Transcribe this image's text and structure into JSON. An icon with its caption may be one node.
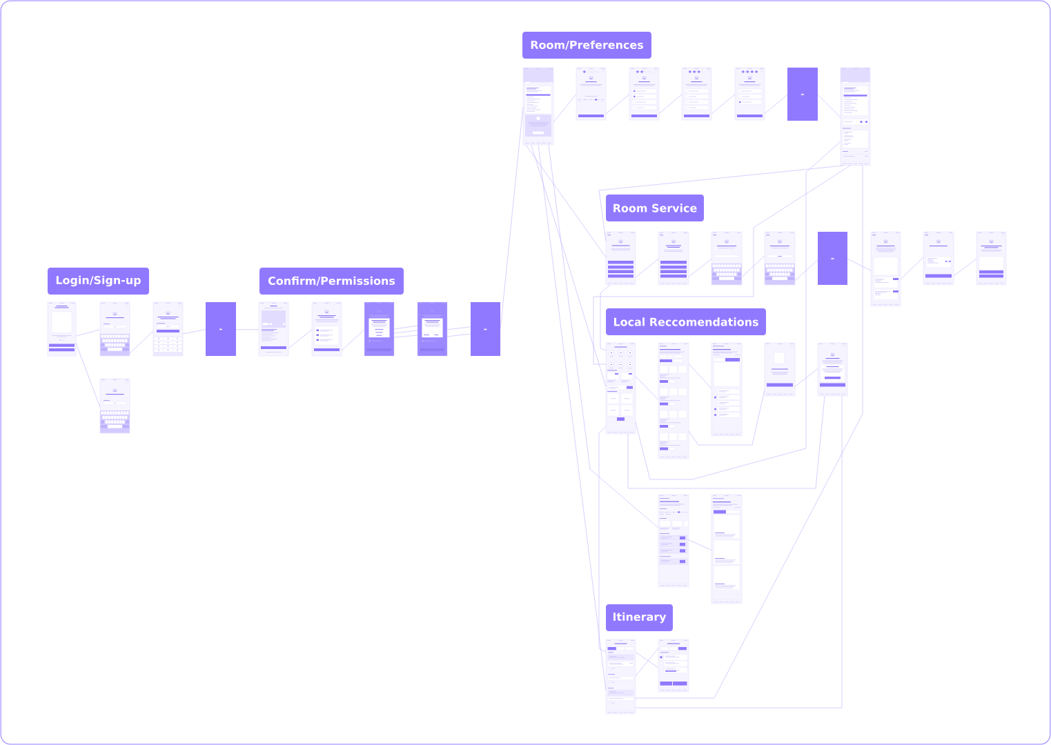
{
  "diagram": {
    "nodes": [
      {
        "text": [
          "Login/Sign-up"
        ]
      },
      {
        "text": [],
        "shape": "picture"
      },
      {
        "text": [],
        "shape": "picture"
      },
      {
        "text": [],
        "shape": "picture"
      },
      {
        "text": [],
        "shape": "box"
      },
      {
        "text": [],
        "shape": "picture"
      },
      {
        "text": [
          "Confirm/Permissions"
        ]
      },
      {
        "text": [],
        "shape": "picture"
      },
      {
        "text": [],
        "shape": "picture"
      },
      {
        "text": [],
        "shape": "picture"
      },
      {
        "text": [],
        "shape": "picture"
      },
      {
        "text": [],
        "shape": "box"
      },
      {
        "text": [
          "Room/Preferences"
        ]
      },
      {
        "text": [],
        "shape": "picture"
      },
      {
        "text": [],
        "shape": "picture"
      },
      {
        "text": [],
        "shape": "picture"
      },
      {
        "text": [],
        "shape": "picture"
      },
      {
        "text": [],
        "shape": "picture"
      },
      {
        "text": [],
        "shape": "box"
      },
      {
        "text": [],
        "shape": "picture"
      },
      {
        "text": [
          "Room Service"
        ]
      },
      {
        "text": [],
        "shape": "picture"
      },
      {
        "text": [],
        "shape": "picture"
      },
      {
        "text": [],
        "shape": "picture"
      },
      {
        "text": [],
        "shape": "picture"
      },
      {
        "text": [],
        "shape": "box"
      },
      {
        "text": [],
        "shape": "picture"
      },
      {
        "text": [],
        "shape": "picture"
      },
      {
        "text": [],
        "shape": "picture"
      },
      {
        "text": [
          "Local Reccomendations"
        ]
      },
      {
        "text": [],
        "shape": "picture"
      },
      {
        "text": [],
        "shape": "picture"
      },
      {
        "text": [],
        "shape": "picture"
      },
      {
        "text": [],
        "shape": "picture"
      },
      {
        "text": [],
        "shape": "picture"
      },
      {
        "text": [],
        "shape": "picture"
      },
      {
        "text": [],
        "shape": "picture"
      },
      {
        "text": [
          "Itinerary"
        ]
      },
      {
        "text": [],
        "shape": "picture"
      },
      {
        "text": [],
        "shape": "picture"
      }
    ],
    "edges": [
      {
        "from": 1,
        "to": 2,
        "arrow": "none"
      },
      {
        "from": 1,
        "to": 5,
        "arrow": "none"
      },
      {
        "from": 2,
        "to": 3,
        "arrow": "none"
      },
      {
        "from": 3,
        "to": 4,
        "arrow": "none"
      },
      {
        "from": 4,
        "to": 7,
        "arrow": "none"
      },
      {
        "from": 7,
        "to": 8,
        "arrow": "none"
      },
      {
        "from": 8,
        "to": 9,
        "arrow": "none"
      },
      {
        "from": 9,
        "to": 10,
        "arrow": "none"
      },
      {
        "from": 9,
        "to": 10,
        "arrow": "none"
      },
      {
        "from": 9,
        "to": 10,
        "arrow": "none"
      },
      {
        "from": 10,
        "to": 11,
        "arrow": "none"
      },
      {
        "from": 10,
        "to": 11,
        "arrow": "none"
      },
      {
        "from": 11,
        "to": 13,
        "arrow": "none"
      },
      {
        "from": 13,
        "to": 14,
        "arrow": "none"
      },
      {
        "from": 14,
        "to": 15,
        "arrow": "none"
      },
      {
        "from": 15,
        "to": 16,
        "arrow": "none"
      },
      {
        "from": 16,
        "to": 17,
        "arrow": "none"
      },
      {
        "from": 17,
        "to": 18,
        "arrow": "none"
      },
      {
        "from": 18,
        "to": 19,
        "arrow": "none"
      },
      {
        "from": 19,
        "to": 21,
        "arrow": "none"
      },
      {
        "from": 13,
        "to": 21,
        "arrow": "none"
      },
      {
        "from": 13,
        "to": 30,
        "arrow": "none"
      },
      {
        "from": 13,
        "to": 35,
        "arrow": "none"
      },
      {
        "from": 13,
        "to": 38,
        "arrow": "none"
      },
      {
        "from": 21,
        "to": 22,
        "arrow": "none"
      },
      {
        "from": 22,
        "to": 23,
        "arrow": "none"
      },
      {
        "from": 23,
        "to": 24,
        "arrow": "none"
      },
      {
        "from": 24,
        "to": 25,
        "arrow": "none"
      },
      {
        "from": 25,
        "to": 26,
        "arrow": "none"
      },
      {
        "from": 26,
        "to": 27,
        "arrow": "none"
      },
      {
        "from": 27,
        "to": 28,
        "arrow": "none"
      },
      {
        "from": 21,
        "to": 30,
        "arrow": "none"
      },
      {
        "from": 30,
        "to": 38,
        "arrow": "none"
      },
      {
        "from": 19,
        "to": 38,
        "arrow": "none"
      },
      {
        "from": 34,
        "to": 38,
        "arrow": "none"
      },
      {
        "from": 19,
        "to": 30,
        "arrow": "none"
      },
      {
        "from": 19,
        "to": 30,
        "arrow": "none"
      },
      {
        "from": 30,
        "to": 31,
        "arrow": "none"
      },
      {
        "from": 31,
        "to": 32,
        "arrow": "none"
      },
      {
        "from": 31,
        "to": 33,
        "arrow": "none"
      },
      {
        "from": 33,
        "to": 34,
        "arrow": "none"
      },
      {
        "from": 34,
        "to": 30,
        "arrow": "none"
      },
      {
        "from": 35,
        "to": 36,
        "arrow": "none"
      },
      {
        "from": 38,
        "to": 39,
        "arrow": "none"
      },
      {
        "from": 39,
        "to": 38,
        "arrow": "none"
      }
    ]
  }
}
